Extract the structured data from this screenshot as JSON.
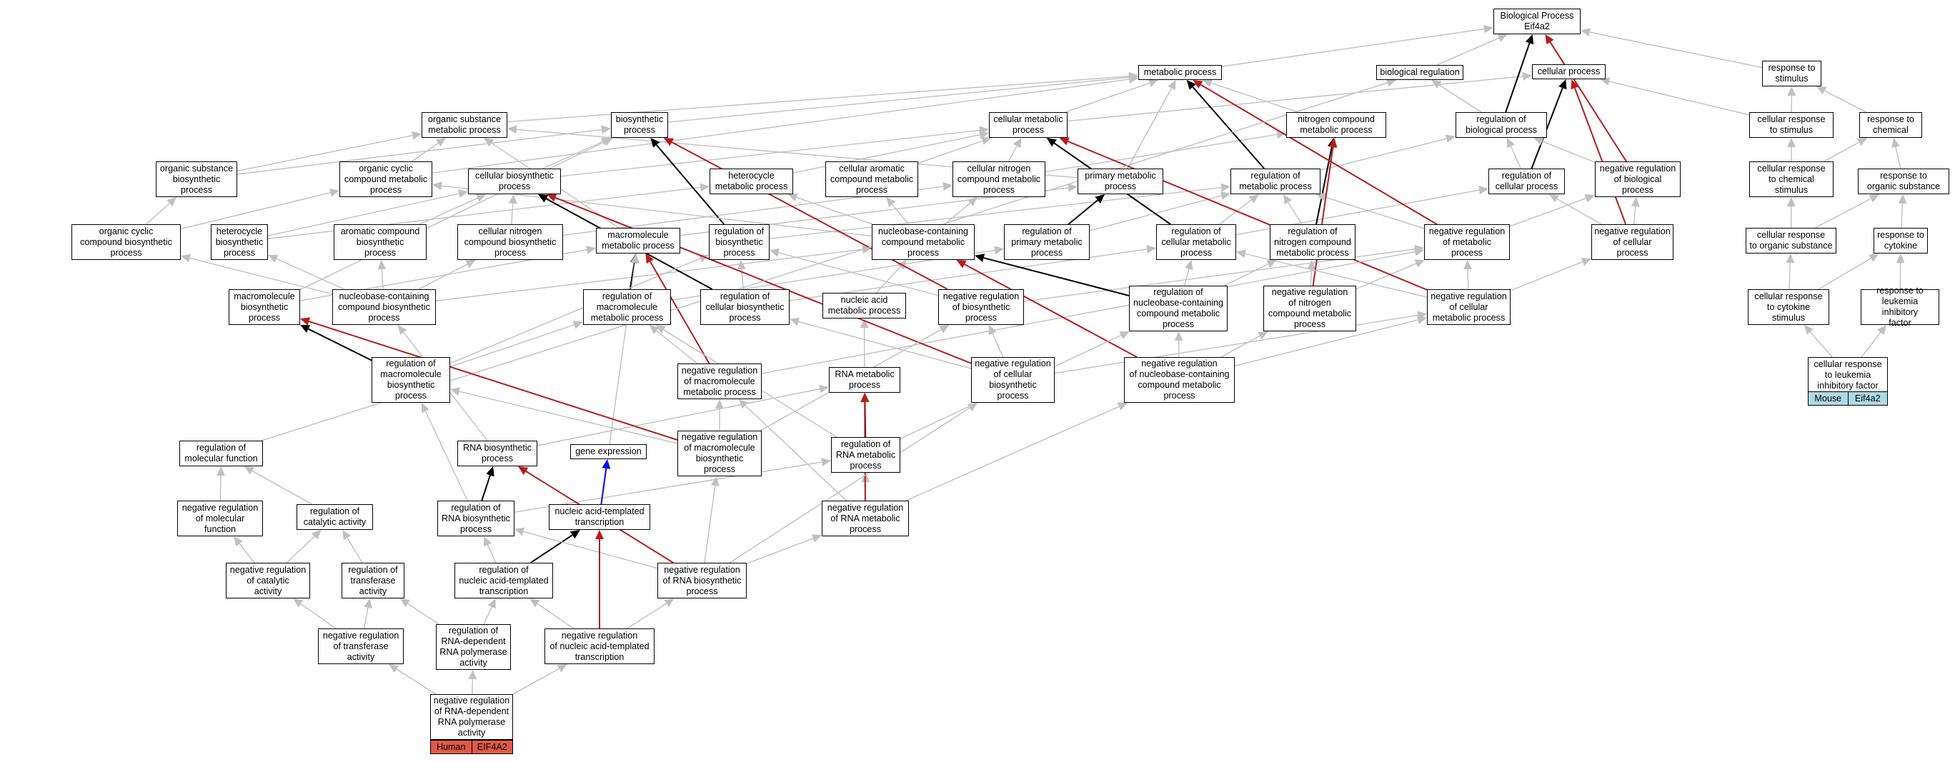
{
  "colors": {
    "gray_edge": "#c0c0c0",
    "black_edge": "#000000",
    "red_edge": "#b81c1c",
    "blue_edge": "#0000ff",
    "mouse_fill": "#add8e6",
    "human_fill": "#e05a47"
  },
  "nodes": [
    {
      "id": "bp",
      "label": "Biological Process\nEif4a2"
    },
    {
      "id": "metabolic",
      "label": "metabolic process"
    },
    {
      "id": "bioreg",
      "label": "biological regulation"
    },
    {
      "id": "cellular",
      "label": "cellular process"
    },
    {
      "id": "resp_stim",
      "label": "response to\nstimulus"
    },
    {
      "id": "org_sub_met",
      "label": "organic substance\nmetabolic process"
    },
    {
      "id": "biosynth",
      "label": "biosynthetic\nprocess"
    },
    {
      "id": "cell_met",
      "label": "cellular metabolic\nprocess"
    },
    {
      "id": "nitro_met",
      "label": "nitrogen compound\nmetabolic process"
    },
    {
      "id": "reg_bio",
      "label": "regulation of\nbiological process"
    },
    {
      "id": "cell_resp_stim",
      "label": "cellular response\nto stimulus"
    },
    {
      "id": "resp_chem",
      "label": "response to\nchemical"
    },
    {
      "id": "org_sub_bios",
      "label": "organic substance\nbiosynthetic\nprocess"
    },
    {
      "id": "org_cyc_met",
      "label": "organic cyclic\ncompound metabolic\nprocess"
    },
    {
      "id": "cell_bios",
      "label": "cellular biosynthetic\nprocess"
    },
    {
      "id": "het_met",
      "label": "heterocycle\nmetabolic process"
    },
    {
      "id": "cell_arom_met",
      "label": "cellular aromatic\ncompound metabolic\nprocess"
    },
    {
      "id": "cell_nitro_met",
      "label": "cellular nitrogen\ncompound metabolic\nprocess"
    },
    {
      "id": "prim_met",
      "label": "primary metabolic\nprocess"
    },
    {
      "id": "reg_met",
      "label": "regulation of\nmetabolic process"
    },
    {
      "id": "reg_cell_proc",
      "label": "regulation of\ncellular process"
    },
    {
      "id": "neg_reg_bio",
      "label": "negative regulation\nof biological\nprocess"
    },
    {
      "id": "cell_resp_chem",
      "label": "cellular response\nto chemical\nstimulus"
    },
    {
      "id": "resp_org_sub",
      "label": "response to\norganic substance"
    },
    {
      "id": "org_cyc_bios",
      "label": "organic cyclic\ncompound biosynthetic\nprocess"
    },
    {
      "id": "het_bios",
      "label": "heterocycle\nbiosynthetic\nprocess"
    },
    {
      "id": "arom_bios",
      "label": "aromatic compound\nbiosynthetic\nprocess"
    },
    {
      "id": "cell_nitro_bios",
      "label": "cellular nitrogen\ncompound biosynthetic\nprocess"
    },
    {
      "id": "macro_met",
      "label": "macromolecule\nmetabolic process"
    },
    {
      "id": "reg_bios",
      "label": "regulation of\nbiosynthetic\nprocess"
    },
    {
      "id": "nucbase_met",
      "label": "nucleobase-containing\ncompound metabolic\nprocess"
    },
    {
      "id": "reg_prim_met",
      "label": "regulation of\nprimary metabolic\nprocess"
    },
    {
      "id": "reg_cell_met",
      "label": "regulation of\ncellular metabolic\nprocess"
    },
    {
      "id": "reg_nitro_met",
      "label": "regulation of\nnitrogen compound\nmetabolic process"
    },
    {
      "id": "neg_reg_met",
      "label": "negative regulation\nof metabolic\nprocess"
    },
    {
      "id": "neg_reg_cell_proc",
      "label": "negative regulation\nof cellular\nprocess"
    },
    {
      "id": "cell_resp_org",
      "label": "cellular response\nto organic substance"
    },
    {
      "id": "resp_cytokine",
      "label": "response to\ncytokine"
    },
    {
      "id": "macro_bios",
      "label": "macromolecule\nbiosynthetic\nprocess"
    },
    {
      "id": "nucbase_bios",
      "label": "nucleobase-containing\ncompound biosynthetic\nprocess"
    },
    {
      "id": "reg_macro_met",
      "label": "regulation of\nmacromolecule\nmetabolic process"
    },
    {
      "id": "reg_cell_bios",
      "label": "regulation of\ncellular biosynthetic\nprocess"
    },
    {
      "id": "nuc_acid_met",
      "label": "nucleic acid\nmetabolic process"
    },
    {
      "id": "neg_reg_bios",
      "label": "negative regulation\nof biosynthetic\nprocess"
    },
    {
      "id": "reg_nucbase_met",
      "label": "regulation of\nnucleobase-containing\ncompound metabolic\nprocess"
    },
    {
      "id": "neg_reg_nitro",
      "label": "negative regulation\nof nitrogen\ncompound metabolic\nprocess"
    },
    {
      "id": "neg_reg_cell_met",
      "label": "negative regulation\nof cellular\nmetabolic process"
    },
    {
      "id": "cell_resp_cytokine",
      "label": "cellular response\nto cytokine\nstimulus"
    },
    {
      "id": "resp_lif",
      "label": "response to\nleukemia inhibitory\nfactor"
    },
    {
      "id": "reg_macro_bios",
      "label": "regulation of\nmacromolecule\nbiosynthetic\nprocess"
    },
    {
      "id": "neg_reg_macro_met",
      "label": "negative regulation\nof macromolecule\nmetabolic process"
    },
    {
      "id": "rna_met",
      "label": "RNA metabolic\nprocess"
    },
    {
      "id": "neg_reg_cell_bios",
      "label": "negative regulation\nof cellular\nbiosynthetic\nprocess"
    },
    {
      "id": "neg_reg_nucbase",
      "label": "negative regulation\nof nucleobase-containing\ncompound metabolic\nprocess"
    },
    {
      "id": "cell_resp_lif",
      "label": "cellular response\nto leukemia\ninhibitory factor"
    },
    {
      "id": "reg_mol_func",
      "label": "regulation of\nmolecular function"
    },
    {
      "id": "rna_bios",
      "label": "RNA biosynthetic\nprocess"
    },
    {
      "id": "gene_expr",
      "label": "gene expression"
    },
    {
      "id": "neg_reg_macro_bios",
      "label": "negative regulation\nof macromolecule\nbiosynthetic\nprocess"
    },
    {
      "id": "reg_rna_met",
      "label": "regulation of\nRNA metabolic\nprocess"
    },
    {
      "id": "neg_reg_mol_func",
      "label": "negative regulation\nof molecular\nfunction"
    },
    {
      "id": "reg_cat",
      "label": "regulation of\ncatalytic activity"
    },
    {
      "id": "reg_rna_bios",
      "label": "regulation of\nRNA biosynthetic\nprocess"
    },
    {
      "id": "nat",
      "label": "nucleic acid-templated\ntranscription"
    },
    {
      "id": "neg_reg_rna_met",
      "label": "negative regulation\nof RNA metabolic\nprocess"
    },
    {
      "id": "neg_reg_cat",
      "label": "negative regulation\nof catalytic\nactivity"
    },
    {
      "id": "reg_transf",
      "label": "regulation of\ntransferase\nactivity"
    },
    {
      "id": "reg_nat",
      "label": "regulation of\nnucleic acid-templated\ntranscription"
    },
    {
      "id": "neg_reg_rna_bios",
      "label": "negative regulation\nof RNA biosynthetic\nprocess"
    },
    {
      "id": "neg_reg_transf",
      "label": "negative regulation\nof transferase\nactivity"
    },
    {
      "id": "reg_rdrp",
      "label": "regulation of\nRNA-dependent\nRNA polymerase\nactivity"
    },
    {
      "id": "neg_reg_nat",
      "label": "negative regulation\nof nucleic acid-templated\ntranscription"
    },
    {
      "id": "neg_reg_rdrp",
      "label": "negative regulation\nof RNA-dependent\nRNA polymerase\nactivity"
    }
  ],
  "legends": [
    {
      "id": "mouse",
      "species": "Mouse",
      "gene": "Eif4a2"
    },
    {
      "id": "human",
      "species": "Human",
      "gene": "EIF4A2"
    }
  ],
  "edges": [
    [
      "metabolic",
      "bp",
      "gray"
    ],
    [
      "bioreg",
      "bp",
      "gray"
    ],
    [
      "cellular",
      "bp",
      "gray"
    ],
    [
      "resp_stim",
      "bp",
      "gray"
    ],
    [
      "org_sub_met",
      "metabolic",
      "gray"
    ],
    [
      "biosynth",
      "metabolic",
      "gray"
    ],
    [
      "cell_met",
      "metabolic",
      "gray"
    ],
    [
      "nitro_met",
      "metabolic",
      "gray"
    ],
    [
      "prim_met",
      "metabolic",
      "gray"
    ],
    [
      "org_cyc_met",
      "metabolic",
      "gray"
    ],
    [
      "cell_met",
      "cellular",
      "gray"
    ],
    [
      "cell_resp_stim",
      "resp_stim",
      "gray"
    ],
    [
      "cell_resp_stim",
      "cellular",
      "gray"
    ],
    [
      "resp_chem",
      "resp_stim",
      "gray"
    ],
    [
      "reg_bio",
      "bioreg",
      "gray"
    ],
    [
      "reg_bio",
      "bp",
      "black"
    ],
    [
      "org_sub_bios",
      "org_sub_met",
      "gray"
    ],
    [
      "org_sub_bios",
      "biosynth",
      "gray"
    ],
    [
      "org_cyc_met",
      "org_sub_met",
      "gray"
    ],
    [
      "cell_bios",
      "biosynth",
      "gray"
    ],
    [
      "cell_bios",
      "cell_met",
      "gray"
    ],
    [
      "het_met",
      "cell_met",
      "gray"
    ],
    [
      "cell_arom_met",
      "cell_met",
      "gray"
    ],
    [
      "cell_nitro_met",
      "cell_met",
      "gray"
    ],
    [
      "cell_nitro_met",
      "nitro_met",
      "gray"
    ],
    [
      "prim_met",
      "org_sub_met",
      "gray"
    ],
    [
      "reg_met",
      "metabolic",
      "black"
    ],
    [
      "reg_met",
      "reg_bio",
      "gray"
    ],
    [
      "reg_cell_proc",
      "cellular",
      "black"
    ],
    [
      "reg_cell_proc",
      "reg_bio",
      "gray"
    ],
    [
      "neg_reg_bio",
      "reg_bio",
      "gray"
    ],
    [
      "neg_reg_bio",
      "bp",
      "red"
    ],
    [
      "cell_resp_chem",
      "cell_resp_stim",
      "gray"
    ],
    [
      "cell_resp_chem",
      "resp_chem",
      "gray"
    ],
    [
      "resp_org_sub",
      "resp_chem",
      "gray"
    ],
    [
      "org_cyc_bios",
      "org_cyc_met",
      "gray"
    ],
    [
      "org_cyc_bios",
      "org_sub_bios",
      "gray"
    ],
    [
      "het_bios",
      "het_met",
      "gray"
    ],
    [
      "het_bios",
      "cell_bios",
      "gray"
    ],
    [
      "arom_bios",
      "cell_bios",
      "gray"
    ],
    [
      "cell_nitro_bios",
      "cell_nitro_met",
      "gray"
    ],
    [
      "cell_nitro_bios",
      "cell_bios",
      "gray"
    ],
    [
      "macro_met",
      "org_sub_met",
      "gray"
    ],
    [
      "macro_met",
      "prim_met",
      "gray"
    ],
    [
      "reg_bios",
      "biosynth",
      "black"
    ],
    [
      "reg_bios",
      "reg_met",
      "gray"
    ],
    [
      "nucbase_met",
      "het_met",
      "gray"
    ],
    [
      "nucbase_met",
      "cell_arom_met",
      "gray"
    ],
    [
      "nucbase_met",
      "cell_nitro_met",
      "gray"
    ],
    [
      "nucbase_met",
      "org_cyc_met",
      "gray"
    ],
    [
      "reg_prim_met",
      "prim_met",
      "black"
    ],
    [
      "reg_prim_met",
      "reg_met",
      "gray"
    ],
    [
      "reg_cell_met",
      "cell_met",
      "black"
    ],
    [
      "reg_cell_met",
      "reg_met",
      "gray"
    ],
    [
      "reg_cell_met",
      "reg_cell_proc",
      "gray"
    ],
    [
      "reg_nitro_met",
      "nitro_met",
      "black"
    ],
    [
      "reg_nitro_met",
      "reg_met",
      "gray"
    ],
    [
      "neg_reg_met",
      "reg_met",
      "gray"
    ],
    [
      "neg_reg_met",
      "neg_reg_bio",
      "gray"
    ],
    [
      "neg_reg_met",
      "metabolic",
      "red"
    ],
    [
      "neg_reg_cell_proc",
      "reg_cell_proc",
      "gray"
    ],
    [
      "neg_reg_cell_proc",
      "neg_reg_bio",
      "gray"
    ],
    [
      "neg_reg_cell_proc",
      "cellular",
      "red"
    ],
    [
      "cell_resp_org",
      "cell_resp_chem",
      "gray"
    ],
    [
      "cell_resp_org",
      "resp_org_sub",
      "gray"
    ],
    [
      "resp_cytokine",
      "resp_org_sub",
      "gray"
    ],
    [
      "macro_bios",
      "macro_met",
      "gray"
    ],
    [
      "macro_bios",
      "biosynth",
      "gray"
    ],
    [
      "nucbase_bios",
      "nucbase_met",
      "gray"
    ],
    [
      "nucbase_bios",
      "arom_bios",
      "gray"
    ],
    [
      "nucbase_bios",
      "het_bios",
      "gray"
    ],
    [
      "nucbase_bios",
      "cell_nitro_bios",
      "gray"
    ],
    [
      "nucbase_bios",
      "org_cyc_bios",
      "gray"
    ],
    [
      "reg_macro_met",
      "macro_met",
      "black"
    ],
    [
      "reg_macro_met",
      "reg_prim_met",
      "gray"
    ],
    [
      "reg_cell_bios",
      "cell_bios",
      "black"
    ],
    [
      "reg_cell_bios",
      "reg_bios",
      "gray"
    ],
    [
      "reg_cell_bios",
      "reg_cell_met",
      "gray"
    ],
    [
      "nuc_acid_met",
      "nucbase_met",
      "gray"
    ],
    [
      "neg_reg_bios",
      "reg_bios",
      "gray"
    ],
    [
      "neg_reg_bios",
      "neg_reg_met",
      "gray"
    ],
    [
      "neg_reg_bios",
      "biosynth",
      "red"
    ],
    [
      "reg_nucbase_met",
      "nucbase_met",
      "black"
    ],
    [
      "reg_nucbase_met",
      "reg_cell_met",
      "gray"
    ],
    [
      "reg_nucbase_met",
      "reg_nitro_met",
      "gray"
    ],
    [
      "neg_reg_nitro",
      "reg_nitro_met",
      "gray"
    ],
    [
      "neg_reg_nitro",
      "neg_reg_met",
      "gray"
    ],
    [
      "neg_reg_nitro",
      "nitro_met",
      "red"
    ],
    [
      "neg_reg_cell_met",
      "reg_cell_met",
      "gray"
    ],
    [
      "neg_reg_cell_met",
      "neg_reg_met",
      "gray"
    ],
    [
      "neg_reg_cell_met",
      "neg_reg_cell_proc",
      "gray"
    ],
    [
      "neg_reg_cell_met",
      "cell_met",
      "red"
    ],
    [
      "cell_resp_cytokine",
      "cell_resp_org",
      "gray"
    ],
    [
      "cell_resp_cytokine",
      "resp_cytokine",
      "gray"
    ],
    [
      "resp_lif",
      "resp_cytokine",
      "gray"
    ],
    [
      "reg_macro_bios",
      "macro_bios",
      "black"
    ],
    [
      "reg_macro_bios",
      "reg_macro_met",
      "gray"
    ],
    [
      "reg_macro_bios",
      "reg_bios",
      "gray"
    ],
    [
      "neg_reg_macro_met",
      "reg_macro_met",
      "gray"
    ],
    [
      "neg_reg_macro_met",
      "neg_reg_met",
      "gray"
    ],
    [
      "neg_reg_macro_met",
      "macro_met",
      "red"
    ],
    [
      "rna_met",
      "nuc_acid_met",
      "gray"
    ],
    [
      "neg_reg_cell_bios",
      "reg_cell_bios",
      "gray"
    ],
    [
      "neg_reg_cell_bios",
      "neg_reg_bios",
      "gray"
    ],
    [
      "neg_reg_cell_bios",
      "neg_reg_cell_met",
      "gray"
    ],
    [
      "neg_reg_cell_bios",
      "cell_bios",
      "red"
    ],
    [
      "neg_reg_nucbase",
      "reg_nucbase_met",
      "gray"
    ],
    [
      "neg_reg_nucbase",
      "neg_reg_nitro",
      "gray"
    ],
    [
      "neg_reg_nucbase",
      "neg_reg_cell_met",
      "gray"
    ],
    [
      "neg_reg_nucbase",
      "nucbase_met",
      "red"
    ],
    [
      "cell_resp_lif",
      "cell_resp_cytokine",
      "gray"
    ],
    [
      "cell_resp_lif",
      "resp_lif",
      "gray"
    ],
    [
      "reg_mol_func",
      "bioreg",
      "gray"
    ],
    [
      "rna_bios",
      "rna_met",
      "gray"
    ],
    [
      "rna_bios",
      "nucbase_bios",
      "gray"
    ],
    [
      "gene_expr",
      "macro_met",
      "gray"
    ],
    [
      "neg_reg_macro_bios",
      "reg_macro_bios",
      "gray"
    ],
    [
      "neg_reg_macro_bios",
      "neg_reg_macro_met",
      "gray"
    ],
    [
      "neg_reg_macro_bios",
      "neg_reg_bios",
      "gray"
    ],
    [
      "neg_reg_macro_bios",
      "macro_bios",
      "red"
    ],
    [
      "reg_rna_met",
      "rna_met",
      "black"
    ],
    [
      "reg_rna_met",
      "reg_nucbase_met",
      "gray"
    ],
    [
      "reg_rna_met",
      "reg_macro_met",
      "gray"
    ],
    [
      "neg_reg_mol_func",
      "reg_mol_func",
      "gray"
    ],
    [
      "reg_cat",
      "reg_mol_func",
      "gray"
    ],
    [
      "reg_rna_bios",
      "rna_bios",
      "black"
    ],
    [
      "reg_rna_bios",
      "reg_rna_met",
      "gray"
    ],
    [
      "reg_rna_bios",
      "reg_macro_bios",
      "gray"
    ],
    [
      "nat",
      "rna_bios",
      "gray"
    ],
    [
      "nat",
      "gene_expr",
      "blue"
    ],
    [
      "neg_reg_rna_met",
      "reg_rna_met",
      "gray"
    ],
    [
      "neg_reg_rna_met",
      "neg_reg_nucbase",
      "gray"
    ],
    [
      "neg_reg_rna_met",
      "neg_reg_macro_met",
      "gray"
    ],
    [
      "neg_reg_rna_met",
      "rna_met",
      "red"
    ],
    [
      "neg_reg_cat",
      "reg_cat",
      "gray"
    ],
    [
      "neg_reg_cat",
      "neg_reg_mol_func",
      "gray"
    ],
    [
      "reg_transf",
      "reg_cat",
      "gray"
    ],
    [
      "reg_nat",
      "nat",
      "black"
    ],
    [
      "reg_nat",
      "reg_rna_bios",
      "gray"
    ],
    [
      "neg_reg_rna_bios",
      "reg_rna_bios",
      "gray"
    ],
    [
      "neg_reg_rna_bios",
      "neg_reg_rna_met",
      "gray"
    ],
    [
      "neg_reg_rna_bios",
      "neg_reg_macro_bios",
      "gray"
    ],
    [
      "neg_reg_rna_bios",
      "neg_reg_cell_bios",
      "gray"
    ],
    [
      "neg_reg_rna_bios",
      "rna_bios",
      "red"
    ],
    [
      "neg_reg_transf",
      "reg_transf",
      "gray"
    ],
    [
      "neg_reg_transf",
      "neg_reg_cat",
      "gray"
    ],
    [
      "reg_rdrp",
      "reg_nat",
      "gray"
    ],
    [
      "reg_rdrp",
      "reg_transf",
      "gray"
    ],
    [
      "neg_reg_nat",
      "reg_nat",
      "gray"
    ],
    [
      "neg_reg_nat",
      "neg_reg_rna_bios",
      "gray"
    ],
    [
      "neg_reg_nat",
      "nat",
      "red"
    ],
    [
      "neg_reg_rdrp",
      "reg_rdrp",
      "gray"
    ],
    [
      "neg_reg_rdrp",
      "neg_reg_transf",
      "gray"
    ],
    [
      "neg_reg_rdrp",
      "neg_reg_nat",
      "gray"
    ]
  ]
}
